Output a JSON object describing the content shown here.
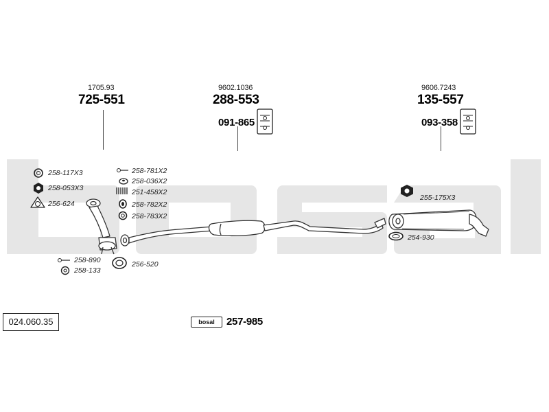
{
  "document_ref": "024.060.35",
  "logo_text": "bosal",
  "kit_number": "257-985",
  "components": [
    {
      "oem": "1705.93",
      "part": "725-551",
      "hanger": ""
    },
    {
      "oem": "9602.1036",
      "part": "288-553",
      "hanger": "091-865"
    },
    {
      "oem": "9606.7243",
      "part": "135-557",
      "hanger": "093-358"
    }
  ],
  "parts_left": [
    "258-117X3",
    "258-053X3",
    "256-624"
  ],
  "parts_center": [
    "258-781X2",
    "258-036X2",
    "251-458X2",
    "258-782X2",
    "258-783X2"
  ],
  "parts_bottom_left": [
    "258-890",
    "258-133"
  ],
  "part_gasket": "256-520",
  "parts_right": [
    "255-175X3",
    "254-930"
  ],
  "colors": {
    "watermark": "#e6e6e6",
    "line": "#333333",
    "pipe_fill": "#ffffff"
  }
}
